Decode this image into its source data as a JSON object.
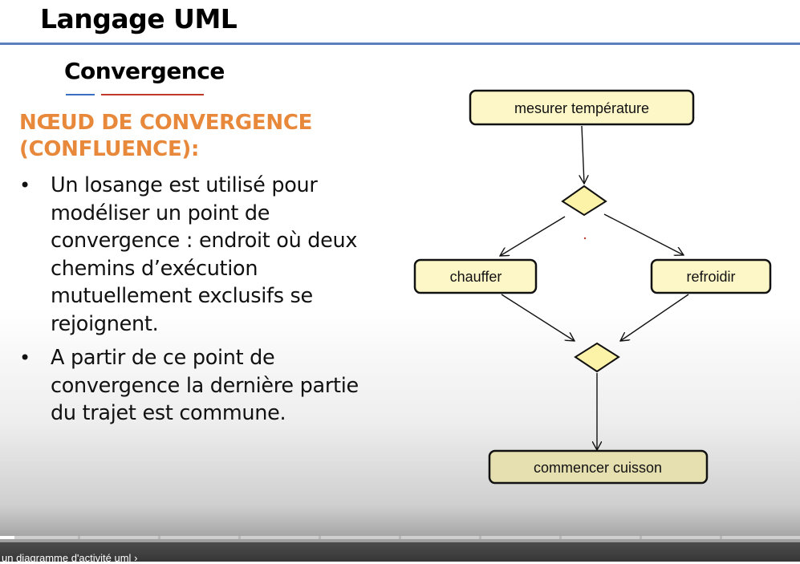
{
  "slide": {
    "title": "Langage UML",
    "section": "Convergence",
    "subheading": "NŒUD DE CONVERGENCE (CONFLUENCE):",
    "bullets": [
      "Un losange est utilisé pour modéliser un point de convergence : endroit où deux chemins d’exécution mutuellement exclusifs se rejoignent.",
      "A partir de ce point de convergence la dernière partie du trajet est commune."
    ]
  },
  "diagram": {
    "nodes": {
      "start": "mesurer température",
      "left": "chauffer",
      "right": "refroidir",
      "end": "commencer cuisson"
    },
    "colors": {
      "node_fill": "#fdf7c8",
      "end_fill": "#e6dfb0",
      "diamond_fill": "#fdf3a8",
      "stroke": "#111111"
    }
  },
  "player": {
    "chapter": "un diagramme d'activité uml",
    "chapter_icon": "chevron-right-icon"
  }
}
